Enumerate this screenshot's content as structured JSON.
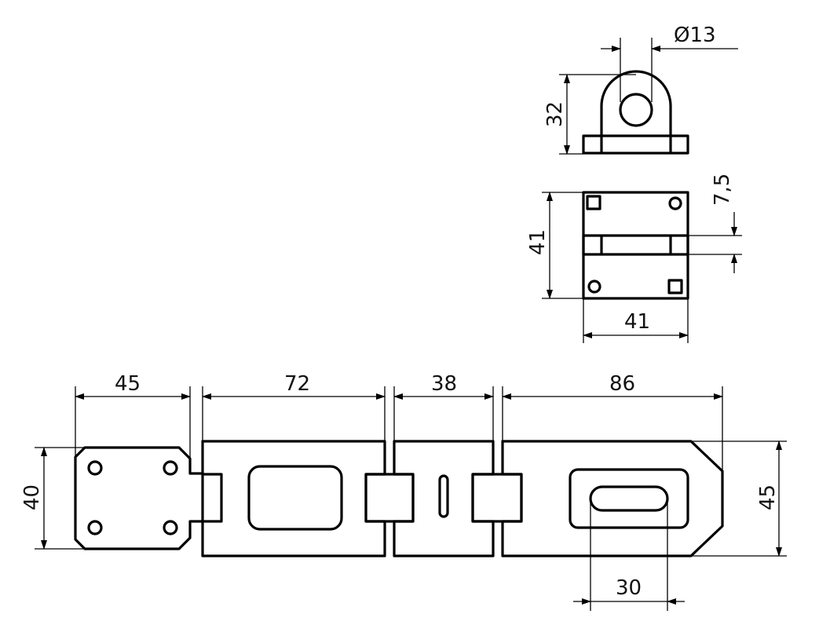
{
  "dimensions": {
    "bracket_hole_diameter": "Ø13",
    "bracket_height": "32",
    "bracket_slot_offset": "7,5",
    "bracket_plate_height": "41",
    "bracket_plate_width": "41",
    "base_plate_width": "45",
    "first_leaf_length": "72",
    "middle_leaf_length": "38",
    "last_leaf_length": "86",
    "base_plate_height": "40",
    "hasp_height": "45",
    "slot_length": "30"
  }
}
